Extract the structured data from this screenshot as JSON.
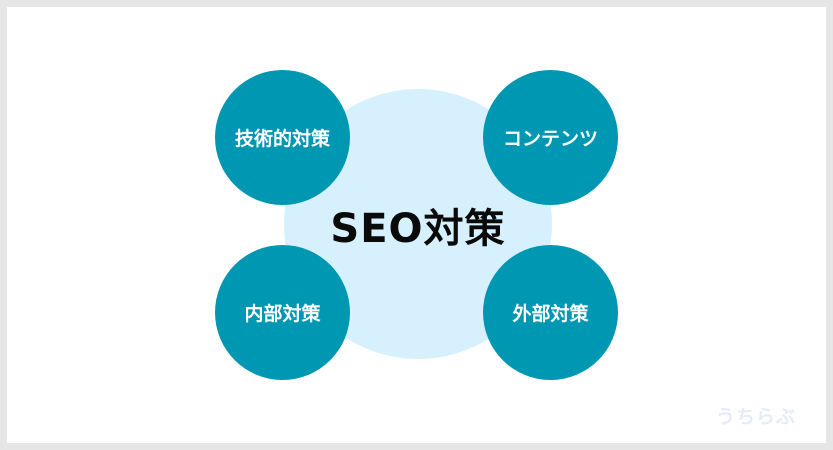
{
  "diagram": {
    "center": {
      "label": "SEO対策",
      "color": "#d6f1fd"
    },
    "nodes": [
      {
        "position": "top-left",
        "label": "技術的対策"
      },
      {
        "position": "top-right",
        "label": "コンテンツ"
      },
      {
        "position": "bottom-left",
        "label": "内部対策"
      },
      {
        "position": "bottom-right",
        "label": "外部対策"
      }
    ],
    "node_color": "#0097b2",
    "node_text_color": "#ffffff",
    "frame_color": "#e6e6e6",
    "background_color": "#ffffff"
  },
  "watermark": {
    "text": "うちらぶ",
    "color": "#e4ebfb"
  }
}
